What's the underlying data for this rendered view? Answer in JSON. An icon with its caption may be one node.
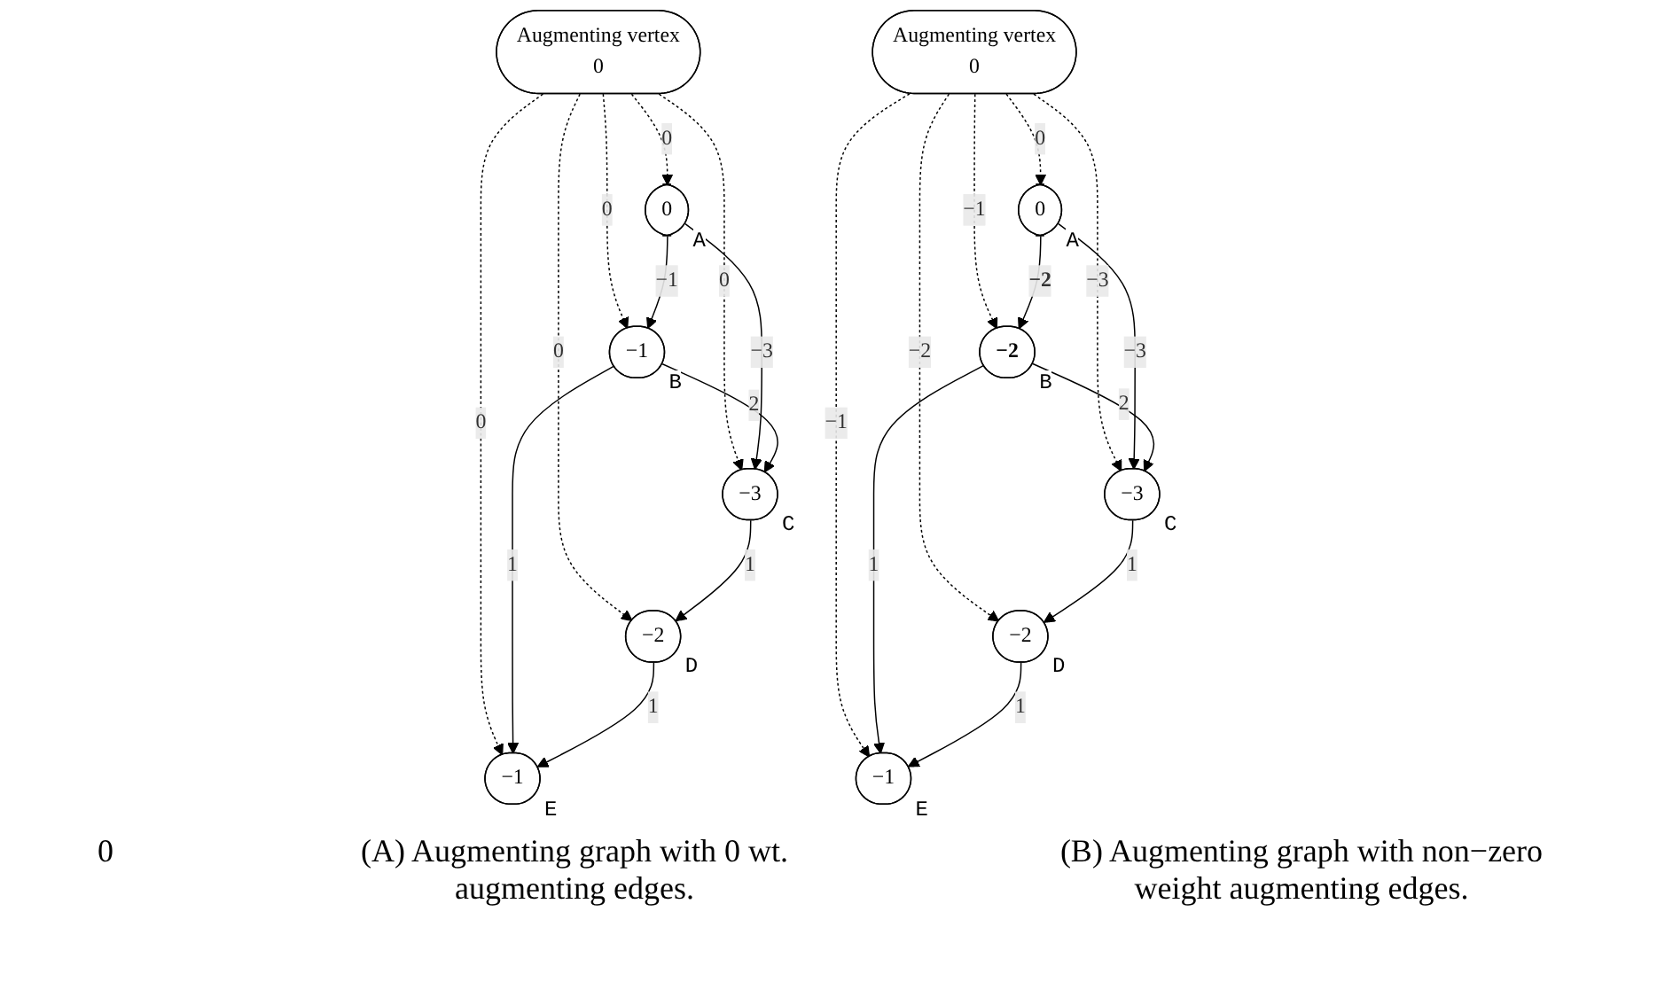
{
  "diagram": {
    "nodes": [
      {
        "text": [
          "Augmenting vertex",
          "0"
        ]
      },
      {
        "text": [
          "−1"
        ],
        "beside": [
          "B"
        ]
      },
      {
        "text": [
          "0"
        ],
        "beside": [
          "A"
        ]
      },
      {
        "text": [
          "−3"
        ],
        "beside": [
          "C"
        ]
      },
      {
        "text": [
          "−1"
        ],
        "beside": [
          "E"
        ]
      },
      {
        "text": [
          "−2"
        ],
        "beside": [
          "D"
        ]
      },
      {
        "text": [
          "Augmenting vertex",
          "0"
        ]
      },
      {
        "text": [
          "−2"
        ],
        "beside": [
          "B"
        ]
      },
      {
        "text": [
          "0"
        ],
        "beside": [
          "A"
        ]
      },
      {
        "text": [
          "−3"
        ],
        "beside": [
          "C"
        ]
      },
      {
        "text": [
          "−1"
        ],
        "beside": [
          "E"
        ]
      },
      {
        "text": [
          "−2"
        ],
        "beside": [
          "D"
        ]
      }
    ],
    "edges": [
      {
        "from": 0,
        "to": 2,
        "arrow": "to",
        "label": "0",
        "style": "dashed"
      },
      {
        "from": 0,
        "to": 4,
        "arrow": "to",
        "label": "0",
        "style": "dashed"
      },
      {
        "from": 0,
        "to": 1,
        "arrow": "to",
        "label": "0",
        "style": "dashed"
      },
      {
        "from": 0,
        "to": 5,
        "arrow": "to",
        "label": "0",
        "style": "dashed"
      },
      {
        "from": 0,
        "to": 3,
        "arrow": "to",
        "label": "0",
        "style": "dashed"
      },
      {
        "from": 2,
        "to": 1,
        "arrow": "to",
        "label": "−1"
      },
      {
        "from": 2,
        "to": 3,
        "arrow": "to",
        "label": "−3"
      },
      {
        "from": 1,
        "to": 3,
        "arrow": "to",
        "label": "2"
      },
      {
        "from": 1,
        "to": 4,
        "arrow": "to",
        "label": "1"
      },
      {
        "from": 3,
        "to": 5,
        "arrow": "to",
        "label": "1"
      },
      {
        "from": 5,
        "to": 4,
        "arrow": "to",
        "label": "1"
      },
      {
        "from": 6,
        "to": 8,
        "arrow": "to",
        "label": "0",
        "style": "dashed"
      },
      {
        "from": 6,
        "to": 10,
        "arrow": "to",
        "label": "−1",
        "style": "dashed"
      },
      {
        "from": 6,
        "to": 7,
        "arrow": "to",
        "label": "−1",
        "style": "dashed"
      },
      {
        "from": 6,
        "to": 11,
        "arrow": "to",
        "label": "−2",
        "style": "dashed"
      },
      {
        "from": 6,
        "to": 9,
        "arrow": "to",
        "label": "−3",
        "style": "dashed"
      },
      {
        "from": 8,
        "to": 7,
        "arrow": "to",
        "label": "−2"
      },
      {
        "from": 8,
        "to": 9,
        "arrow": "to",
        "label": "−3"
      },
      {
        "from": 7,
        "to": 9,
        "arrow": "to",
        "label": "2"
      },
      {
        "from": 7,
        "to": 10,
        "arrow": "to",
        "label": "1"
      },
      {
        "from": 9,
        "to": 11,
        "arrow": "to",
        "label": "1"
      },
      {
        "from": 11,
        "to": 10,
        "arrow": "to",
        "label": "1"
      }
    ],
    "labels": [
      "0",
      "(A) Augmenting graph with 0 wt. augmenting edges.",
      "(B) Augmenting graph with non−zero weight augmenting edges."
    ]
  }
}
